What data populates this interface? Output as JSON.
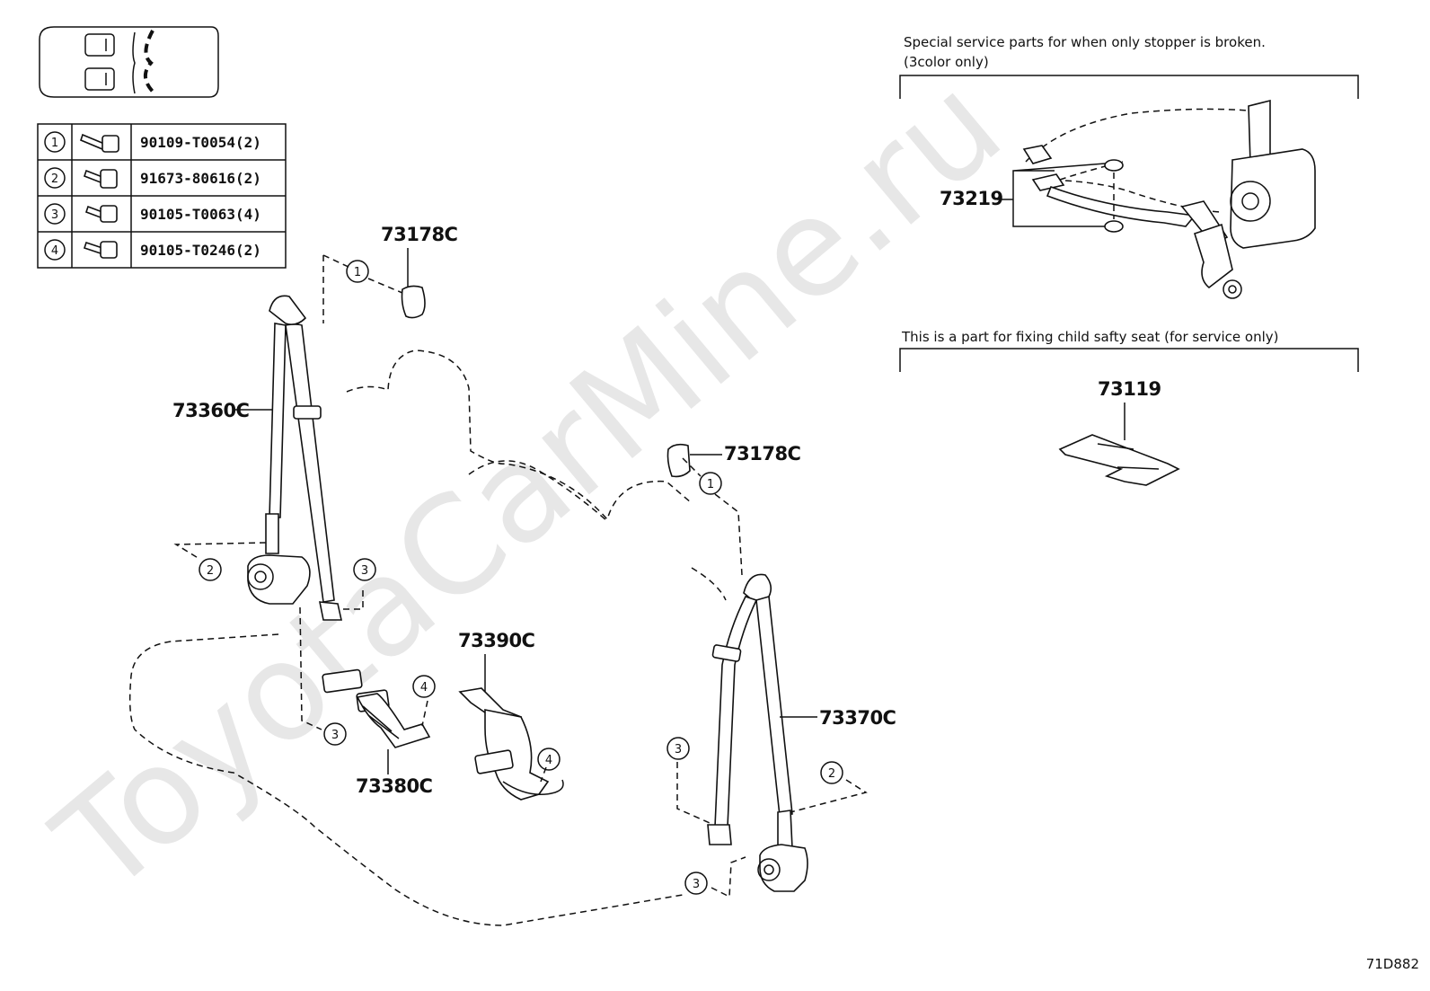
{
  "watermark": "ToyotaCarMine.ru",
  "diagram_code": "71D882",
  "fastener_table": [
    {
      "ref": "1",
      "part_no": "90109-T0054(2)"
    },
    {
      "ref": "2",
      "part_no": "91673-80616(2)"
    },
    {
      "ref": "3",
      "part_no": "90105-T0063(4)"
    },
    {
      "ref": "4",
      "part_no": "90105-T0246(2)"
    }
  ],
  "notes": {
    "stopper_line1": "Special service parts for when only stopper is broken.",
    "stopper_line2": "(3color only)",
    "child_seat": "This is a part for fixing child safty seat (for service only)"
  },
  "parts": {
    "p73178c_top": "73178C",
    "p73178c_right": "73178C",
    "p73360c": "73360C",
    "p73370c": "73370C",
    "p73380c": "73380C",
    "p73390c": "73390C",
    "p73219": "73219",
    "p73119": "73119"
  },
  "callouts": {
    "c1a": "1",
    "c1b": "1",
    "c2a": "2",
    "c2b": "2",
    "c3a": "3",
    "c3b": "3",
    "c3c": "3",
    "c3d": "3",
    "c4a": "4",
    "c4b": "4"
  }
}
